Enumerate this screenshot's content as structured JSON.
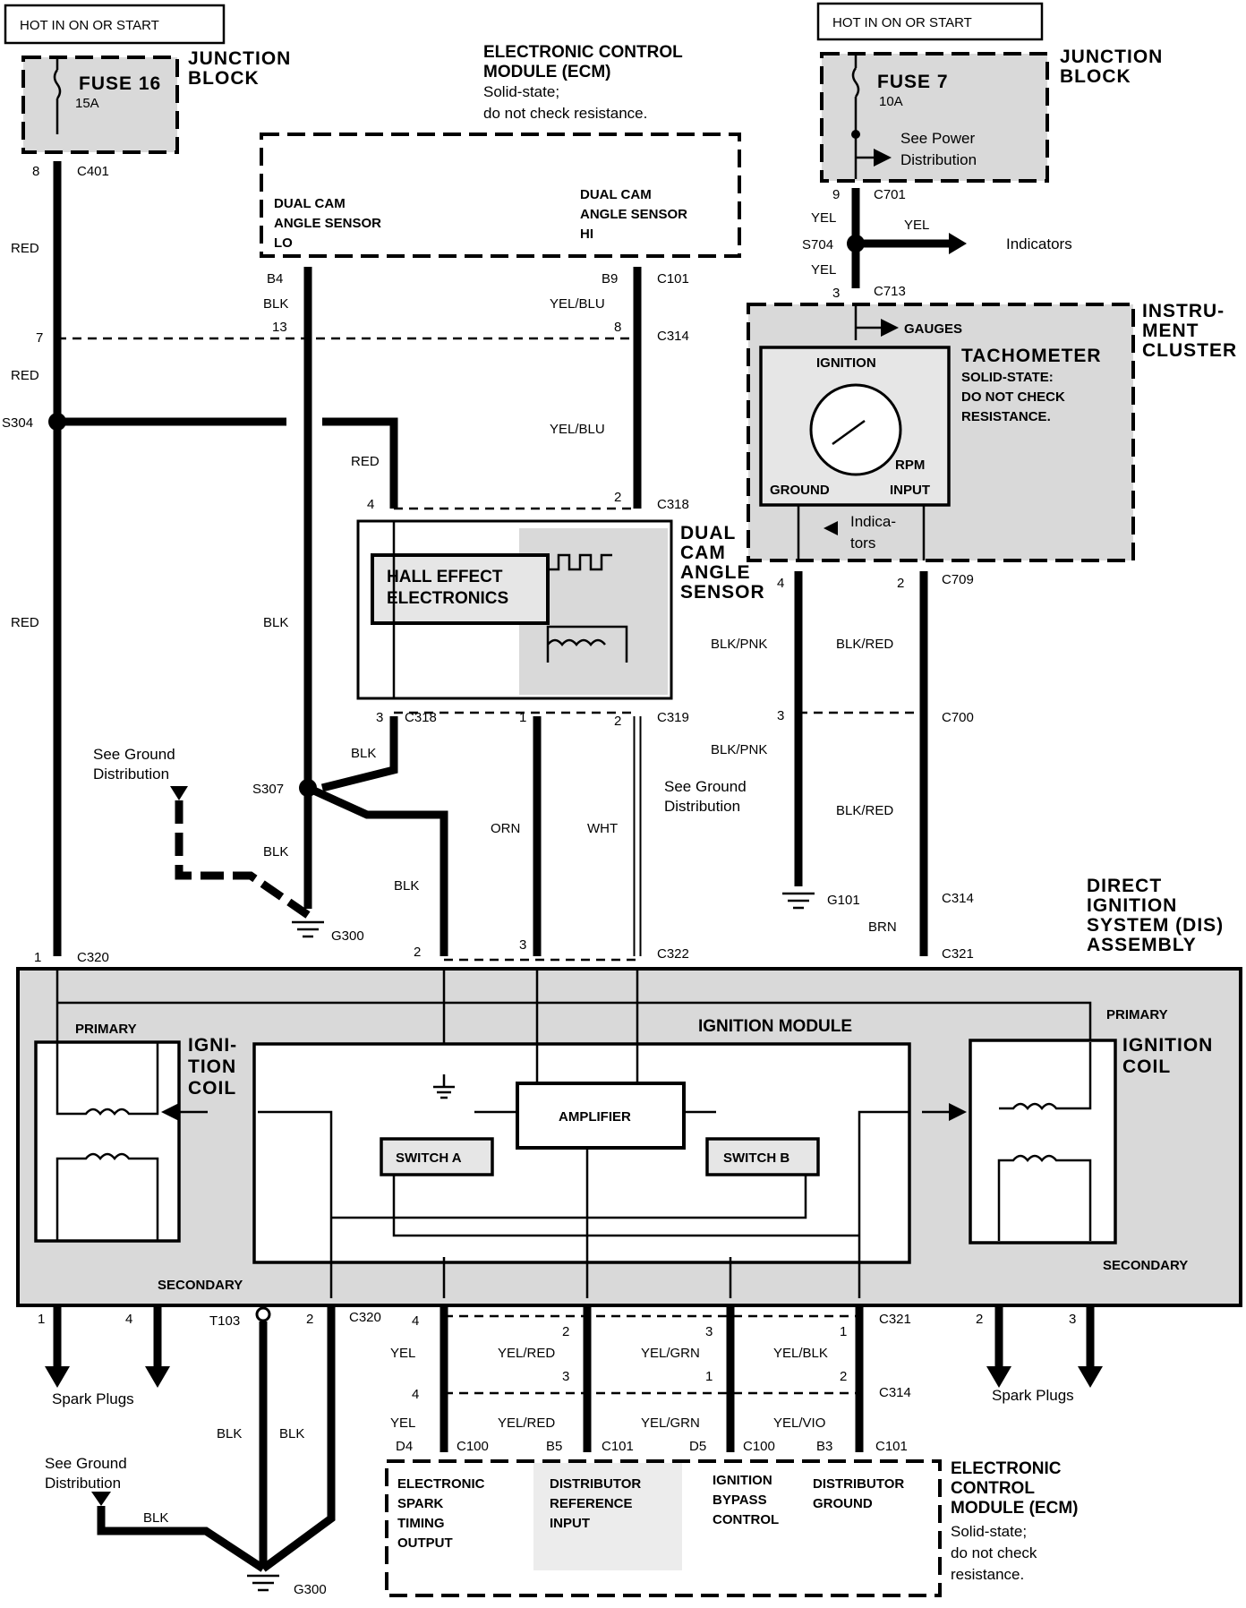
{
  "power": {
    "left_label": "HOT IN ON OR START",
    "right_label": "HOT IN ON OR START"
  },
  "junction_left": {
    "title_1": "JUNCTION",
    "title_2": "BLOCK",
    "fuse": "FUSE 16",
    "rating": "15A"
  },
  "junction_right": {
    "title_1": "JUNCTION",
    "title_2": "BLOCK",
    "fuse": "FUSE 7",
    "rating": "10A",
    "note_1": "See Power",
    "note_2": "Distribution"
  },
  "ecm_top": {
    "title_1": "ELECTRONIC CONTROL",
    "title_2": "MODULE (ECM)",
    "note_1": "Solid-state;",
    "note_2": "do not check resistance.",
    "lo_1": "DUAL CAM",
    "lo_2": "ANGLE SENSOR",
    "lo_3": "LO",
    "hi_1": "DUAL CAM",
    "hi_2": "ANGLE SENSOR",
    "hi_3": "HI"
  },
  "connectors": {
    "c401": "C401",
    "c101": "C101",
    "c701": "C701",
    "c713": "C713",
    "c314": "C314",
    "c318": "C318",
    "c319": "C319",
    "c709": "C709",
    "c700": "C700",
    "c320": "C320",
    "c322": "C322",
    "c321": "C321",
    "c100": "C100"
  },
  "splices": {
    "s304": "S304",
    "s307": "S307",
    "s704": "S704",
    "t103": "T103"
  },
  "grounds": {
    "g300": "G300",
    "g101": "G101"
  },
  "pins": {
    "p8": "8",
    "p7": "7",
    "p1": "1",
    "b4": "B4",
    "p13": "13",
    "b9": "B9",
    "p8b": "8",
    "p4": "4",
    "p2": "2",
    "p3": "3",
    "p9": "9",
    "p3b": "3"
  },
  "wires": {
    "red": "RED",
    "blk": "BLK",
    "yel_blu": "YEL/BLU",
    "yel": "YEL",
    "orn": "ORN",
    "wht": "WHT",
    "blk_pnk": "BLK/PNK",
    "blk_red": "BLK/RED",
    "brn": "BRN",
    "yel_red": "YEL/RED",
    "yel_grn": "YEL/GRN",
    "yel_blk": "YEL/BLK",
    "yel_vio": "YEL/VIO"
  },
  "indicators_label": "Indicators",
  "gauges_label": "GAUGES",
  "cluster": {
    "title_1": "INSTRU-",
    "title_2": "MENT",
    "title_3": "CLUSTER",
    "tach": "TACHOMETER",
    "note_1": "SOLID-STATE:",
    "note_2": "DO NOT CHECK",
    "note_3": "RESISTANCE.",
    "ignition": "IGNITION",
    "ground": "GROUND",
    "rpm_1": "RPM",
    "rpm_2": "INPUT",
    "indic_1": "Indica-",
    "indic_2": "tors"
  },
  "sensor": {
    "title_1": "DUAL",
    "title_2": "CAM",
    "title_3": "ANGLE",
    "title_4": "SENSOR",
    "hall_1": "HALL EFFECT",
    "hall_2": "ELECTRONICS"
  },
  "ground_dist": {
    "line_1": "See Ground",
    "line_2": "Distribution"
  },
  "dis": {
    "title_1": "DIRECT",
    "title_2": "IGNITION",
    "title_3": "SYSTEM (DIS)",
    "title_4": "ASSEMBLY",
    "module": "IGNITION MODULE",
    "amplifier": "AMPLIFIER",
    "switch_a": "SWITCH A",
    "switch_b": "SWITCH B",
    "primary": "PRIMARY",
    "secondary": "SECONDARY",
    "coil_1": "IGNI-",
    "coil_2": "TION",
    "coil_3": "COIL",
    "coil_r1": "IGNITION",
    "coil_r2": "COIL"
  },
  "spark_plugs": "Spark Plugs",
  "ecm_bottom": {
    "title_1": "ELECTRONIC",
    "title_2": "CONTROL",
    "title_3": "MODULE (ECM)",
    "note_1": "Solid-state;",
    "note_2": "do not check",
    "note_3": "resistance.",
    "c1_1": "ELECTRONIC",
    "c1_2": "SPARK",
    "c1_3": "TIMING",
    "c1_4": "OUTPUT",
    "c2_1": "DISTRIBUTOR",
    "c2_2": "REFERENCE",
    "c2_3": "INPUT",
    "c3_1": "IGNITION",
    "c3_2": "BYPASS",
    "c3_3": "CONTROL",
    "c4_1": "DISTRIBUTOR",
    "c4_2": "GROUND",
    "pin_d4": "D4",
    "pin_b5": "B5",
    "pin_d5": "D5",
    "pin_b3": "B3"
  }
}
